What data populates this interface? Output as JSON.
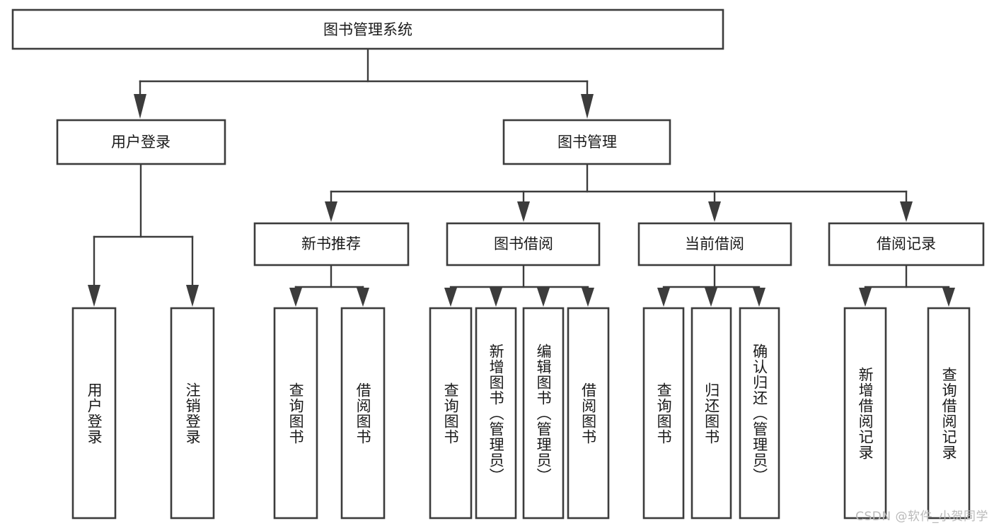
{
  "diagram": {
    "type": "tree",
    "title": "图书管理系统",
    "watermark": "CSDN @软件_小贺同学",
    "colors": {
      "box_stroke": "#3c3c3c",
      "box_fill": "#ffffff",
      "connector": "#3c3c3c",
      "text": "#1a1a1a",
      "watermark": "#b9b9b9",
      "background": "#ffffff"
    },
    "nodes": {
      "root": {
        "label": "图书管理系统"
      },
      "level1": [
        {
          "label": "用户登录"
        },
        {
          "label": "图书管理"
        }
      ],
      "level2": [
        {
          "label": "新书推荐"
        },
        {
          "label": "图书借阅"
        },
        {
          "label": "当前借阅"
        },
        {
          "label": "借阅记录"
        }
      ],
      "leaves": {
        "user_login": [
          {
            "label": "用户登录"
          },
          {
            "label": "注销登录"
          }
        ],
        "new_book_recommend": [
          {
            "label": "查询图书"
          },
          {
            "label": "借阅图书"
          }
        ],
        "book_borrow": [
          {
            "label": "查询图书"
          },
          {
            "label": "新增图书（管理员）"
          },
          {
            "label": "编辑图书（管理员）"
          },
          {
            "label": "借阅图书"
          }
        ],
        "current_borrow": [
          {
            "label": "查询图书"
          },
          {
            "label": "归还图书"
          },
          {
            "label": "确认归还（管理员）"
          }
        ],
        "borrow_records": [
          {
            "label": "新增借阅记录"
          },
          {
            "label": "查询借阅记录"
          }
        ]
      }
    }
  }
}
